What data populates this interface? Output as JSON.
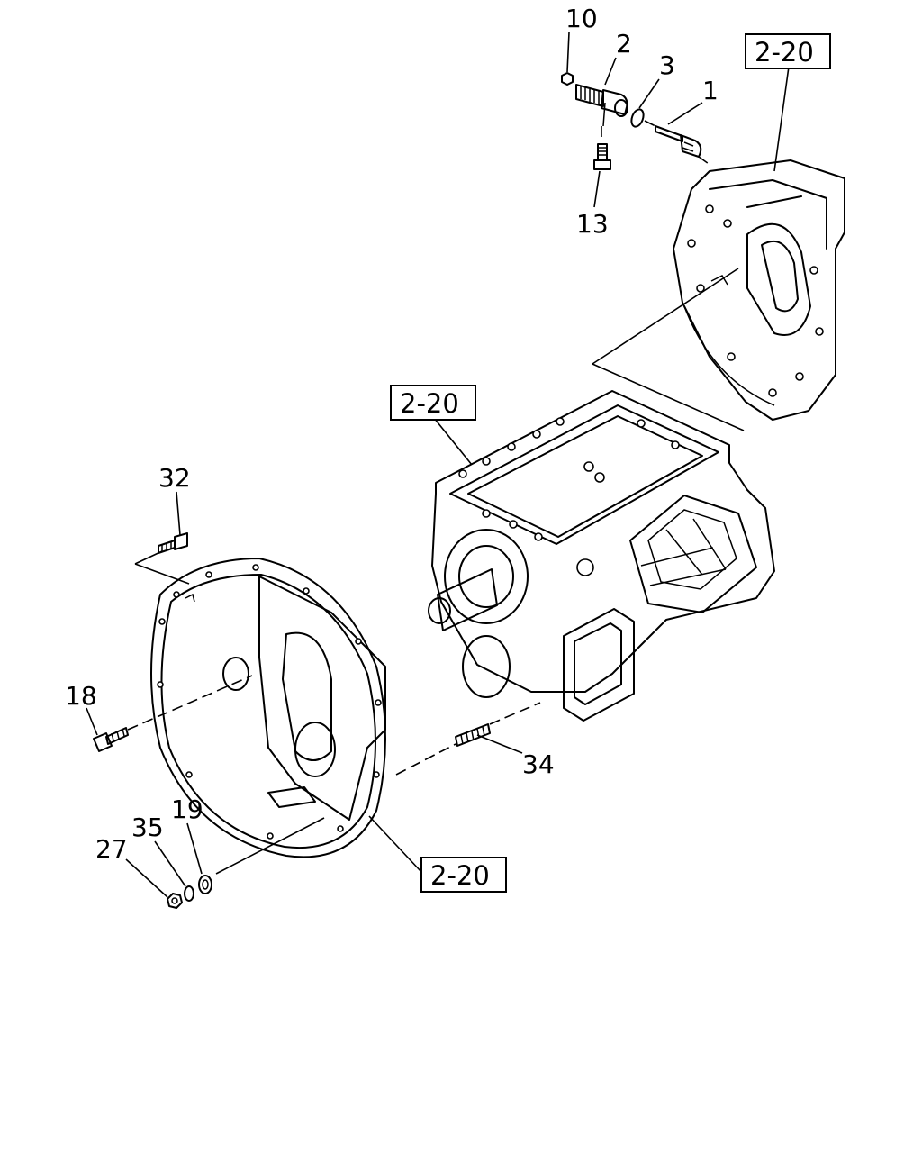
{
  "callouts": {
    "c10": "10",
    "c2": "2",
    "c3": "3",
    "c1": "1",
    "c13": "13",
    "c32": "32",
    "c18": "18",
    "c34": "34",
    "c19": "19",
    "c35": "35",
    "c27": "27"
  },
  "references": {
    "ref_top": "2-20",
    "ref_middle": "2-20",
    "ref_bottom": "2-20"
  }
}
